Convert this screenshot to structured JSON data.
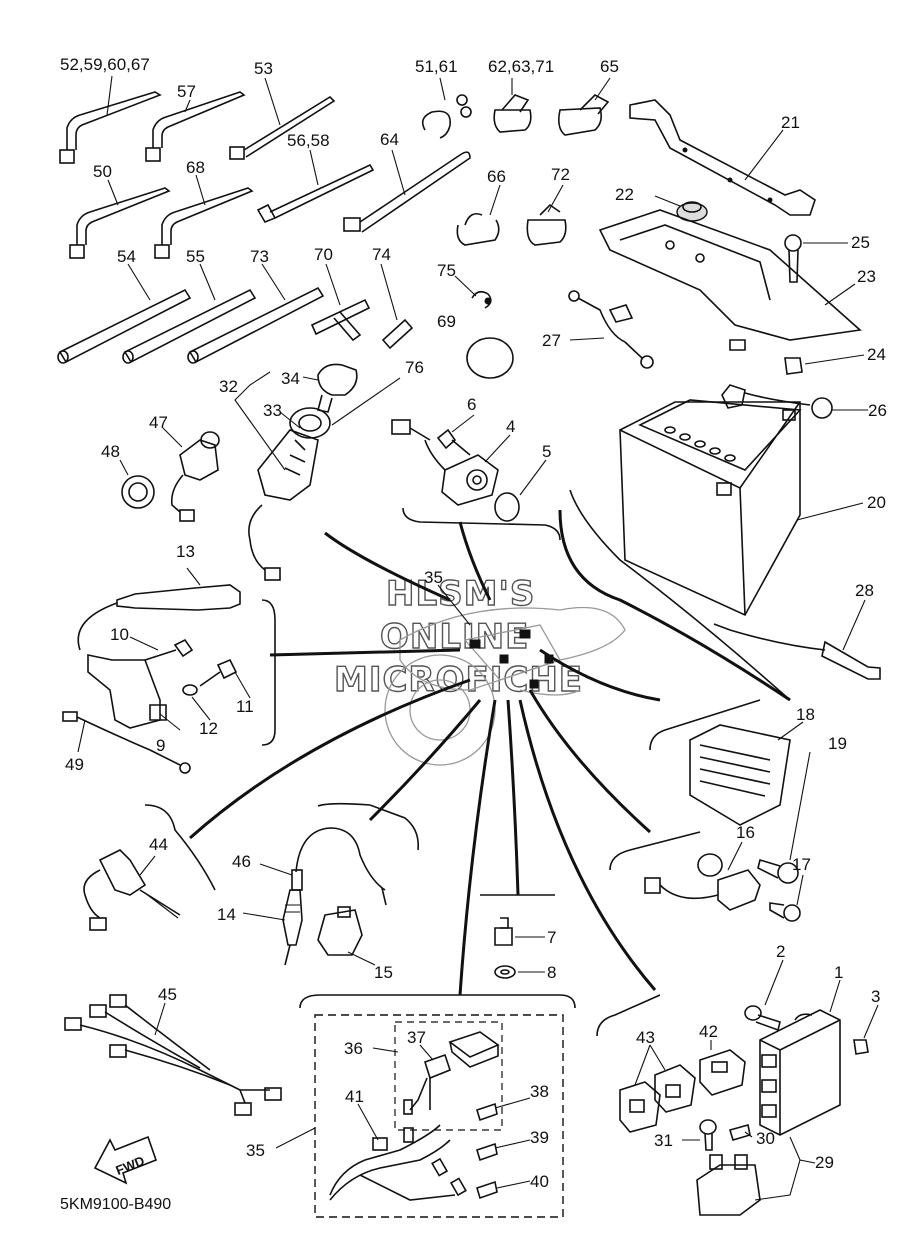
{
  "diagram_code": "5KM9100-B490",
  "watermark": [
    "HLSM'S",
    "ONLINE",
    "MICROFICHE"
  ],
  "fwd_label": "FWD",
  "callouts": [
    {
      "text": "52,59,60,67"
    },
    {
      "text": "57"
    },
    {
      "text": "53"
    },
    {
      "text": "51,61"
    },
    {
      "text": "62,63,71"
    },
    {
      "text": "65"
    },
    {
      "text": "21"
    },
    {
      "text": "50"
    },
    {
      "text": "68"
    },
    {
      "text": "56,58"
    },
    {
      "text": "64"
    },
    {
      "text": "66"
    },
    {
      "text": "72"
    },
    {
      "text": "22"
    },
    {
      "text": "25"
    },
    {
      "text": "23"
    },
    {
      "text": "54"
    },
    {
      "text": "55"
    },
    {
      "text": "73"
    },
    {
      "text": "70"
    },
    {
      "text": "74"
    },
    {
      "text": "75"
    },
    {
      "text": "27"
    },
    {
      "text": "69"
    },
    {
      "text": "24"
    },
    {
      "text": "34"
    },
    {
      "text": "76"
    },
    {
      "text": "32"
    },
    {
      "text": "33"
    },
    {
      "text": "26"
    },
    {
      "text": "6"
    },
    {
      "text": "4"
    },
    {
      "text": "47"
    },
    {
      "text": "48"
    },
    {
      "text": "5"
    },
    {
      "text": "20"
    },
    {
      "text": "13"
    },
    {
      "text": "35"
    },
    {
      "text": "28"
    },
    {
      "text": "10"
    },
    {
      "text": "11"
    },
    {
      "text": "12"
    },
    {
      "text": "9"
    },
    {
      "text": "18"
    },
    {
      "text": "19"
    },
    {
      "text": "49"
    },
    {
      "text": "16"
    },
    {
      "text": "44"
    },
    {
      "text": "17"
    },
    {
      "text": "46"
    },
    {
      "text": "14"
    },
    {
      "text": "15"
    },
    {
      "text": "7"
    },
    {
      "text": "8"
    },
    {
      "text": "2"
    },
    {
      "text": "1"
    },
    {
      "text": "3"
    },
    {
      "text": "45"
    },
    {
      "text": "42"
    },
    {
      "text": "43"
    },
    {
      "text": "36"
    },
    {
      "text": "37"
    },
    {
      "text": "38"
    },
    {
      "text": "41"
    },
    {
      "text": "39"
    },
    {
      "text": "35"
    },
    {
      "text": "31"
    },
    {
      "text": "30"
    },
    {
      "text": "29"
    },
    {
      "text": "40"
    }
  ]
}
